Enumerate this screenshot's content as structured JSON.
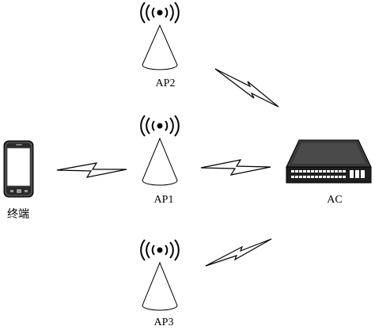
{
  "labels": {
    "ap2": "AP2",
    "ap1": "AP1",
    "ap3": "AP3",
    "ac": "AC",
    "terminal": "终端"
  },
  "colors": {
    "stroke": "#000000",
    "fill": "#ffffff",
    "device_dark": "#2a2a2a"
  }
}
